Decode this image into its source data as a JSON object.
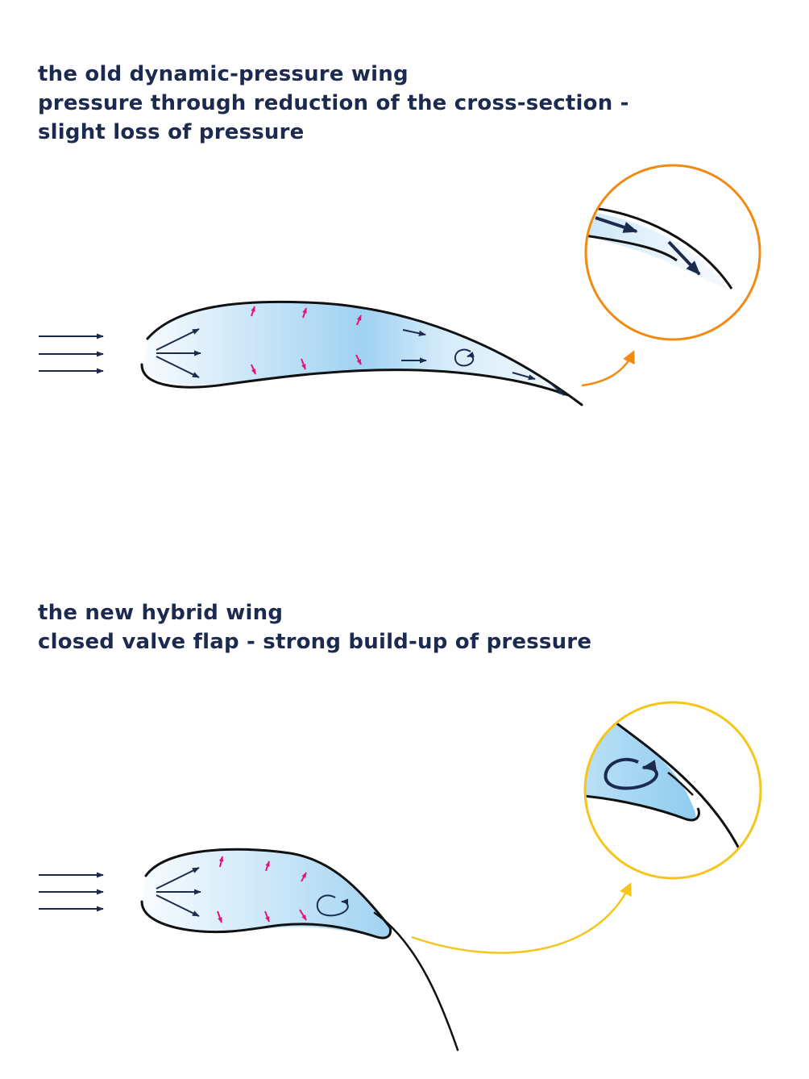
{
  "sections": [
    {
      "title": "the old dynamic-pressure wing",
      "line2": "pressure through reduction of the cross-section -",
      "line3": "slight loss of pressure"
    },
    {
      "title": "the new hybrid wing",
      "line2": "closed valve flap - strong build-up of pressure"
    }
  ],
  "colors": {
    "text": "#1c2a4f",
    "outline": "#111111",
    "flow_arrows": "#1c2a4f",
    "pressure_arrows": "#e0157a",
    "fill_light": "#f2f8fd",
    "fill_dark": "#9fd2f1",
    "zoom_old": "#f08a12",
    "zoom_new": "#f5c51c"
  },
  "icons": [
    "airflow-arrows",
    "pressure-arrows",
    "vortex-icon",
    "zoom-circle",
    "pointer-arrow"
  ]
}
